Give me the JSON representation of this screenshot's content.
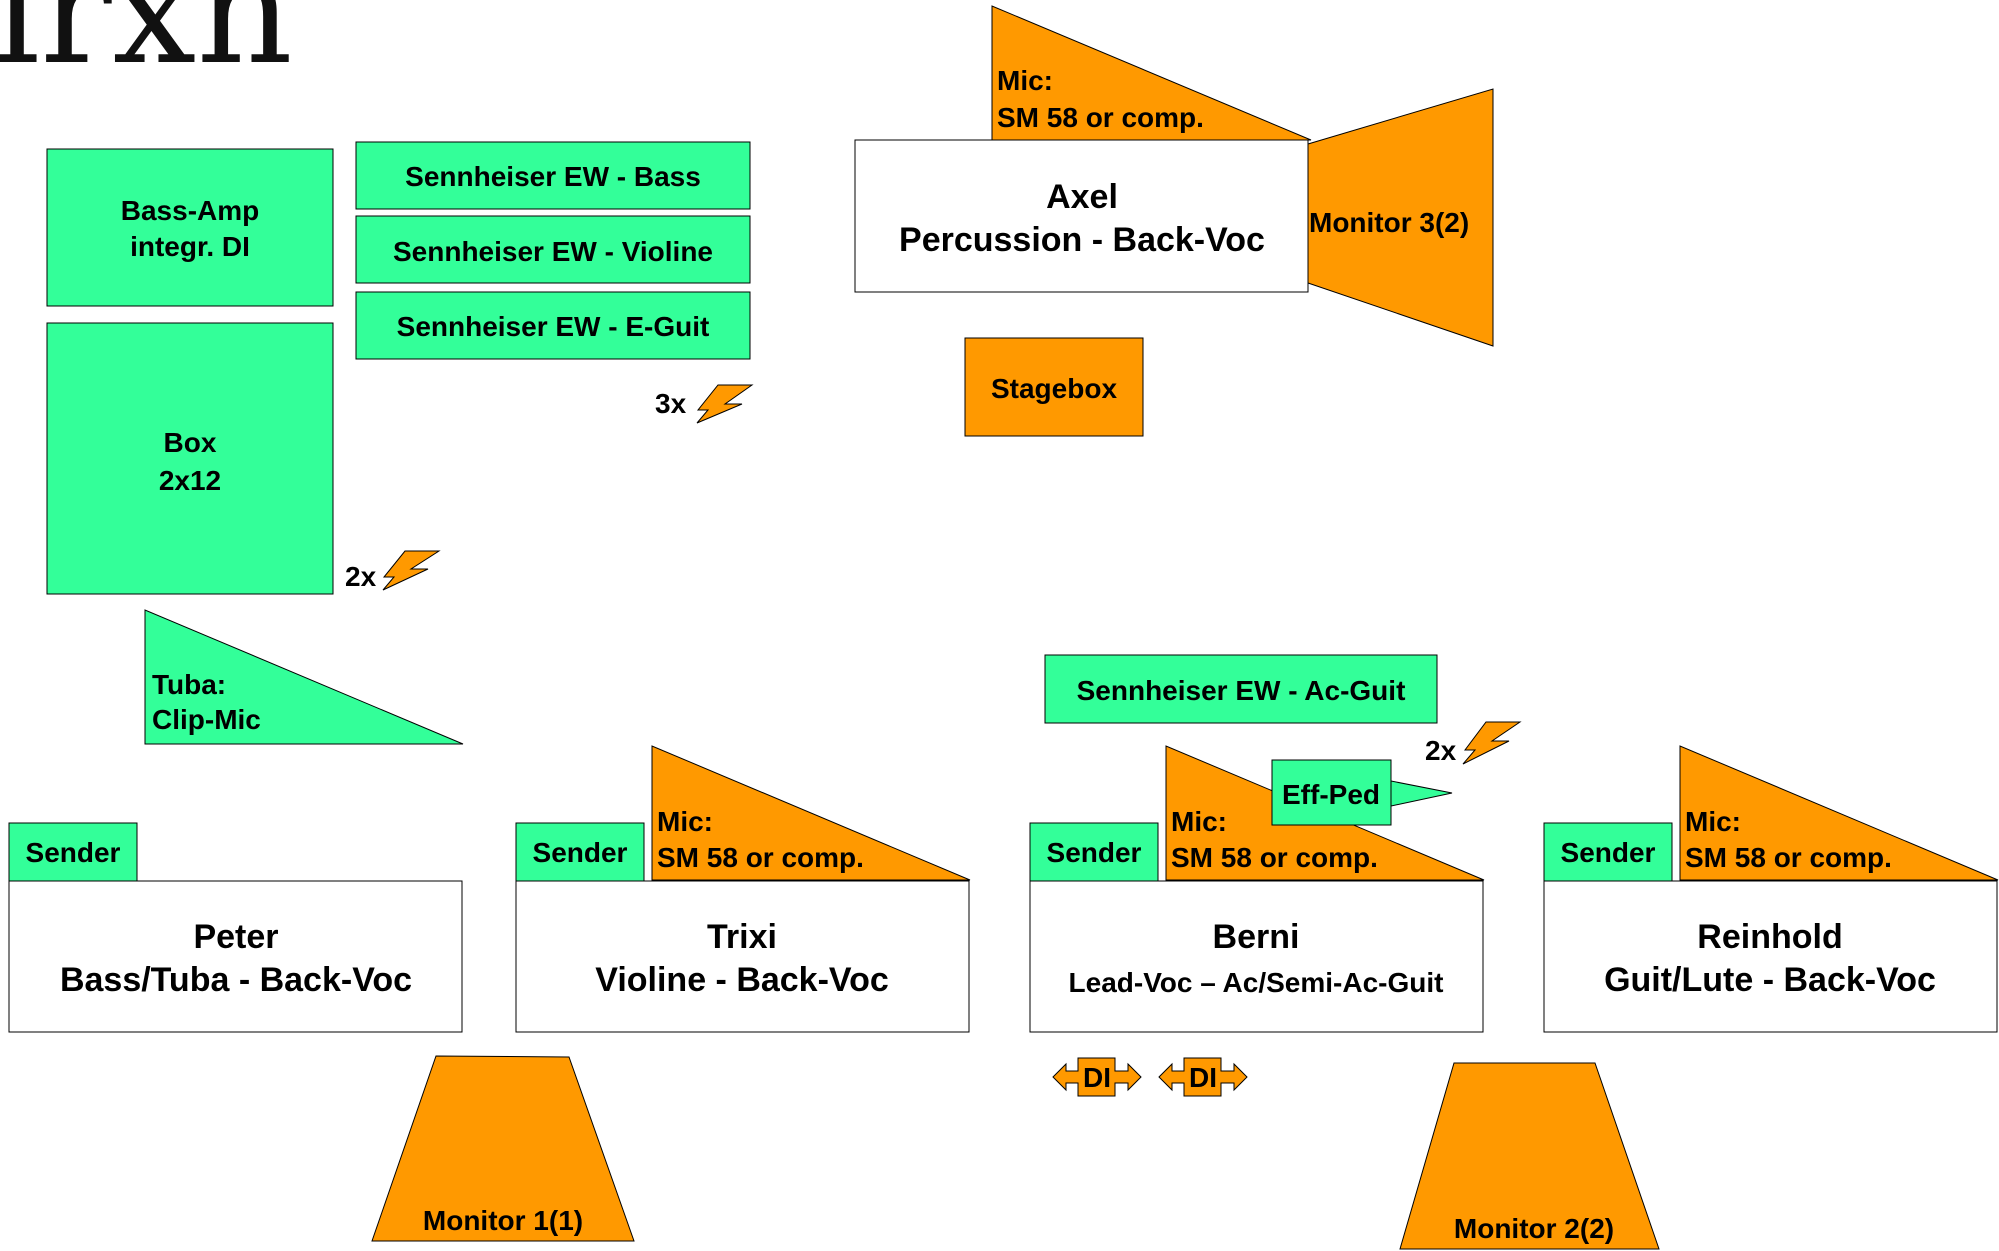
{
  "colors": {
    "green": "#33ff99",
    "orange": "#ff9900",
    "white": "#ffffff",
    "stroke": "#000000",
    "logo": "#111111"
  },
  "logo": {
    "text": "irxn"
  },
  "equipment": {
    "bass_amp": [
      "Bass-Amp",
      "integr. DI"
    ],
    "box": [
      "Box",
      "2x12"
    ],
    "ew_bass": "Sennheiser EW - Bass",
    "ew_violine": "Sennheiser EW - Violine",
    "ew_eguit": "Sennheiser EW - E-Guit",
    "ew_acguit": "Sennheiser EW - Ac-Guit",
    "eff_ped": "Eff-Ped",
    "stagebox": "Stagebox",
    "tuba_mic": [
      "Tuba:",
      "Clip-Mic"
    ],
    "di_1": "DI",
    "di_2": "DI"
  },
  "wireless": {
    "count_3": "3x",
    "count_2a": "2x",
    "count_2b": "2x"
  },
  "mics": {
    "axel": [
      "Mic:",
      "SM 58 or comp."
    ],
    "trixi": [
      "Mic:",
      "SM 58 or comp."
    ],
    "berni": [
      "Mic:",
      "SM 58 or comp."
    ],
    "reinhold": [
      "Mic:",
      "SM 58 or comp."
    ]
  },
  "senders": {
    "peter": "Sender",
    "trixi": "Sender",
    "berni": "Sender",
    "reinhold": "Sender"
  },
  "musicians": {
    "axel": [
      "Axel",
      "Percussion - Back-Voc"
    ],
    "peter": [
      "Peter",
      "Bass/Tuba - Back-Voc"
    ],
    "trixi": [
      "Trixi",
      "Violine - Back-Voc"
    ],
    "berni": [
      "Berni",
      "Lead-Voc – Ac/Semi-Ac-Guit"
    ],
    "reinhold": [
      "Reinhold",
      "Guit/Lute - Back-Voc"
    ]
  },
  "monitors": {
    "m1": "Monitor 1(1)",
    "m2": "Monitor 2(2)",
    "m3": "Monitor 3(2)"
  }
}
